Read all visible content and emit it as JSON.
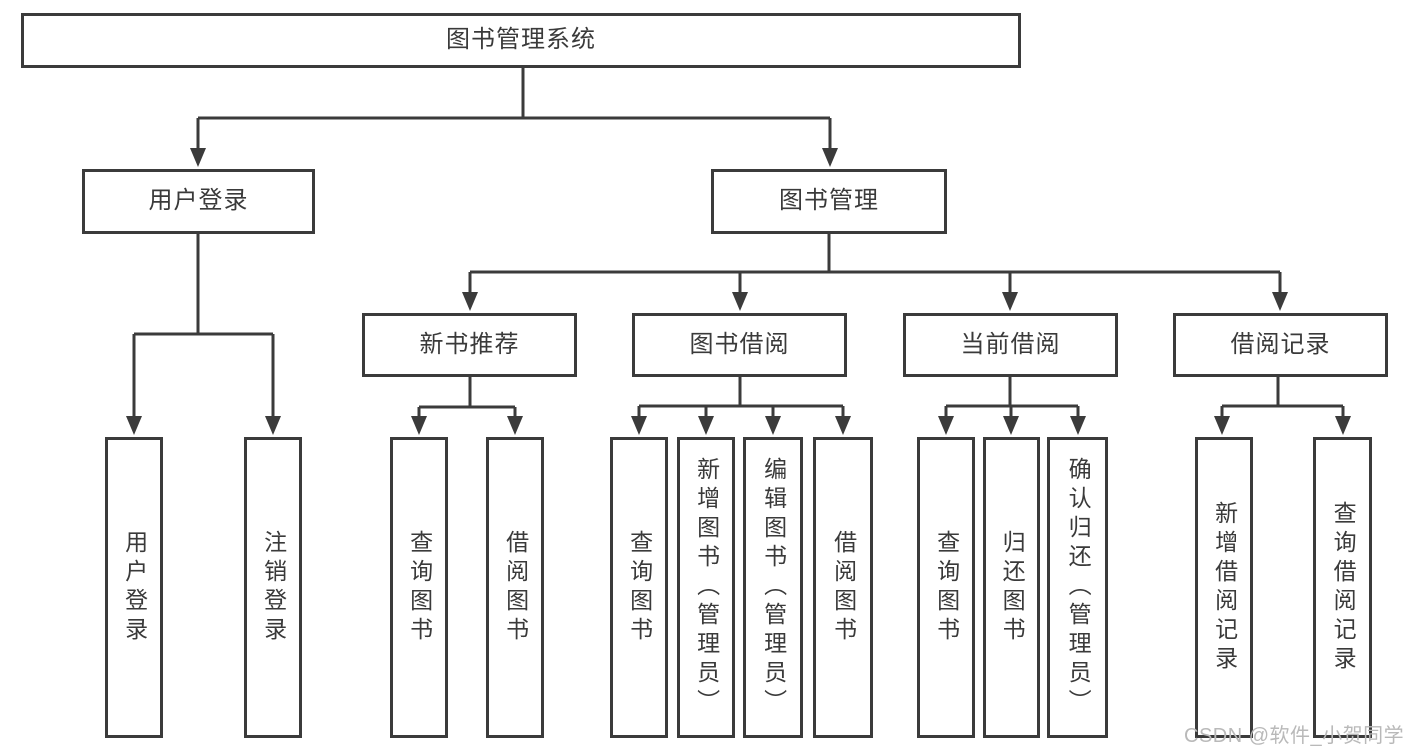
{
  "root": {
    "label": "图书管理系统"
  },
  "branches": [
    {
      "label": "用户登录",
      "children": [
        {
          "label": "用户登录"
        },
        {
          "label": "注销登录"
        }
      ]
    },
    {
      "label": "图书管理",
      "children": [
        {
          "label": "新书推荐",
          "children": [
            {
              "label": "查询图书"
            },
            {
              "label": "借阅图书"
            }
          ]
        },
        {
          "label": "图书借阅",
          "children": [
            {
              "label": "查询图书"
            },
            {
              "label": "新增图书（管理员）"
            },
            {
              "label": "编辑图书（管理员）"
            },
            {
              "label": "借阅图书"
            }
          ]
        },
        {
          "label": "当前借阅",
          "children": [
            {
              "label": "查询图书"
            },
            {
              "label": "归还图书"
            },
            {
              "label": "确认归还（管理员）"
            }
          ]
        },
        {
          "label": "借阅记录",
          "children": [
            {
              "label": "新增借阅记录"
            },
            {
              "label": "查询借阅记录"
            }
          ]
        }
      ]
    }
  ],
  "watermark": "CSDN @软件_小贺同学",
  "colors": {
    "line": "#3b3b3b",
    "text": "#3a3a3a",
    "watermark": "#b9b9b9",
    "background": "#ffffff"
  }
}
